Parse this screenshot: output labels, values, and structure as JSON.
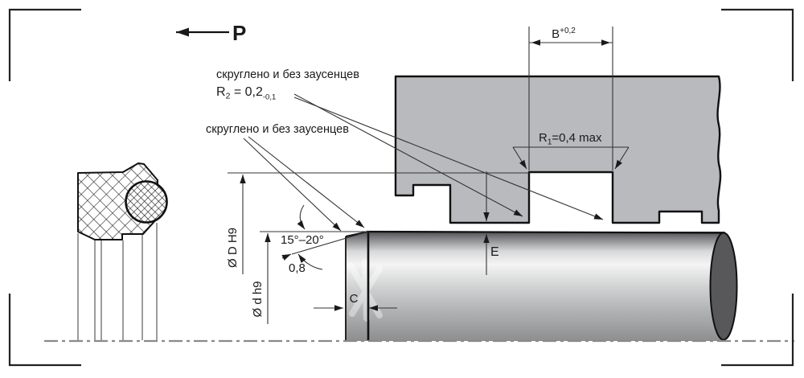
{
  "drawing": {
    "title_hint": "rod seal installation drawing",
    "p_label": "P",
    "notes": {
      "rounded_no_burrs_1": "скруглено и без заусенцев",
      "rounded_no_burrs_2": "скруглено и без заусенцев"
    },
    "dims": {
      "r2": {
        "base": "R",
        "sub": "2",
        "value": " = 0,2",
        "tol": "-0,1"
      },
      "r1": {
        "base": "R",
        "sub": "1",
        "value": "=0,4 max"
      },
      "b": {
        "base": "B",
        "sup": "+0,2"
      },
      "angle": "15°–20°",
      "roughness": "0,8",
      "c": "C",
      "e": "E",
      "dia_bore": "Ø D H9",
      "dia_rod": "Ø d h9"
    },
    "colors": {
      "housing": "#b9babd",
      "rod_end": "#58585a",
      "line": "#1a1a1a",
      "centerline": "#8a8a8a"
    }
  }
}
